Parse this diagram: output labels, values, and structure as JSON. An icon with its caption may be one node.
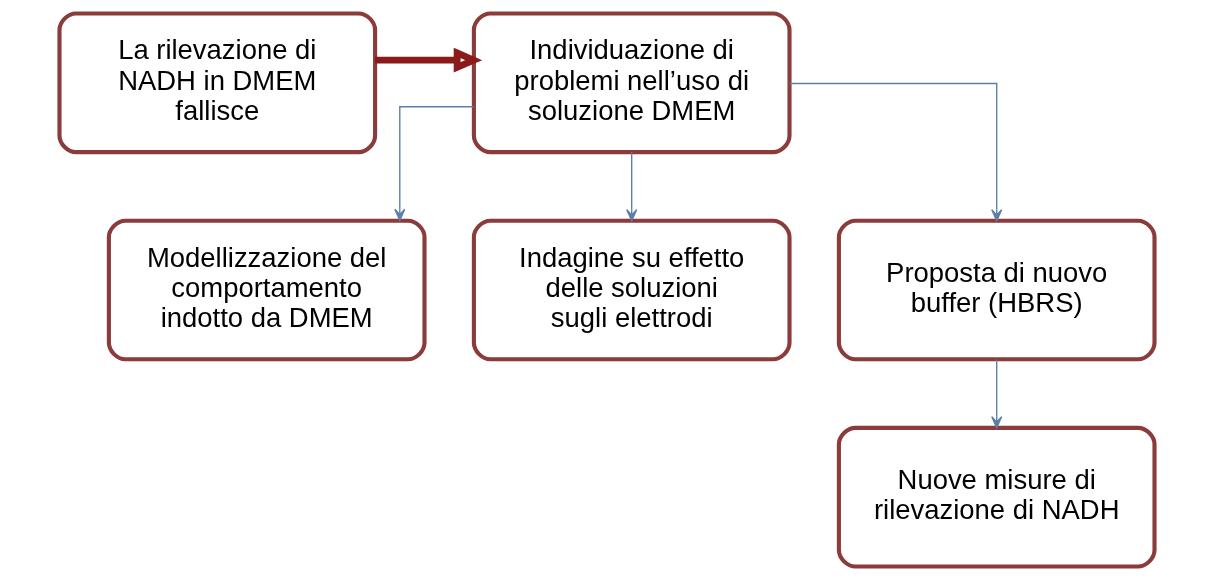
{
  "diagram": {
    "nodes": [
      {
        "text": [
          "La rilevazione di NADH in DMEM fallisce"
        ]
      },
      {
        "text": [
          "Individuazione di problemi nell’uso di soluzione DMEM"
        ]
      },
      {
        "text": [
          "Modellizzazione del comportamento indotto da DMEM"
        ]
      },
      {
        "text": [
          "Indagine su effetto delle soluzioni sugli elettrodi"
        ]
      },
      {
        "text": [
          "Proposta di nuovo buffer (HBRS)"
        ]
      },
      {
        "text": [
          "Nuove misure di rilevazione di NADH"
        ]
      }
    ],
    "edges": [
      {
        "from": 0,
        "to": 1,
        "arrow": "to",
        "style": "thick",
        "color": "#8b1a1a"
      },
      {
        "from": 1,
        "to": 2,
        "arrow": "to"
      },
      {
        "from": 1,
        "to": 3,
        "arrow": "to"
      },
      {
        "from": 1,
        "to": 4,
        "arrow": "to"
      },
      {
        "from": 4,
        "to": 5,
        "arrow": "to"
      }
    ]
  }
}
